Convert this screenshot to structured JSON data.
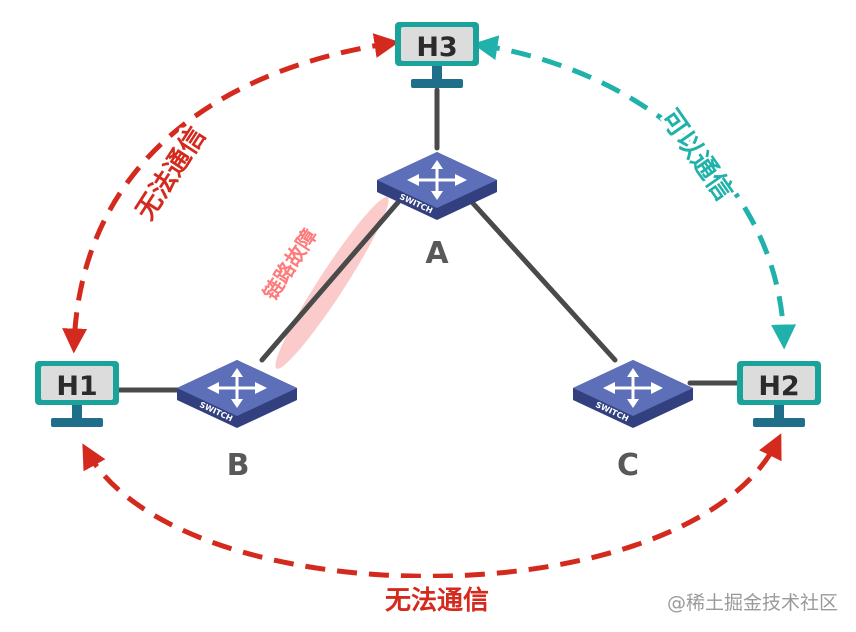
{
  "hosts": {
    "h1": {
      "label": "H1"
    },
    "h2": {
      "label": "H2"
    },
    "h3": {
      "label": "H3"
    }
  },
  "switches": {
    "a": {
      "letter": "A",
      "caption": "SWITCH"
    },
    "b": {
      "letter": "B",
      "caption": "SWITCH"
    },
    "c": {
      "letter": "C",
      "caption": "SWITCH"
    }
  },
  "annotations": {
    "link_fault": "链路故障",
    "h3_h1": "无法通信",
    "h3_h2": "可以通信",
    "h1_h2": "无法通信"
  },
  "watermark": "@稀土掘金技术社区",
  "colors": {
    "fail": "#d42a1e",
    "ok": "#20b2aa",
    "host_frame": "#1aa39a",
    "host_screen": "#dcdcdc",
    "host_base": "#1f6f8b",
    "switch_top": "#5d6fb8",
    "switch_side": "#33407f",
    "link": "#4a4a4a",
    "fault_glow": "#f7a1a1"
  }
}
